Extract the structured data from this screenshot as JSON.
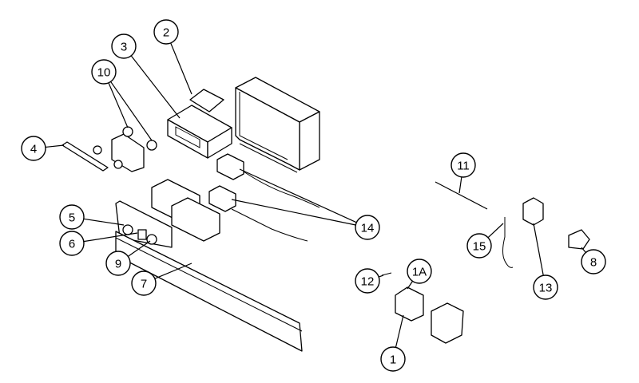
{
  "diagram": {
    "type": "exploded-parts-diagram",
    "callouts": [
      {
        "id": "2",
        "label": "2"
      },
      {
        "id": "3",
        "label": "3"
      },
      {
        "id": "10",
        "label": "10"
      },
      {
        "id": "4",
        "label": "4"
      },
      {
        "id": "5",
        "label": "5"
      },
      {
        "id": "6",
        "label": "6"
      },
      {
        "id": "9",
        "label": "9"
      },
      {
        "id": "7",
        "label": "7"
      },
      {
        "id": "14",
        "label": "14"
      },
      {
        "id": "11",
        "label": "11"
      },
      {
        "id": "15",
        "label": "15"
      },
      {
        "id": "13",
        "label": "13"
      },
      {
        "id": "8",
        "label": "8"
      },
      {
        "id": "12",
        "label": "12"
      },
      {
        "id": "1A",
        "label": "1A"
      },
      {
        "id": "1",
        "label": "1"
      }
    ]
  }
}
